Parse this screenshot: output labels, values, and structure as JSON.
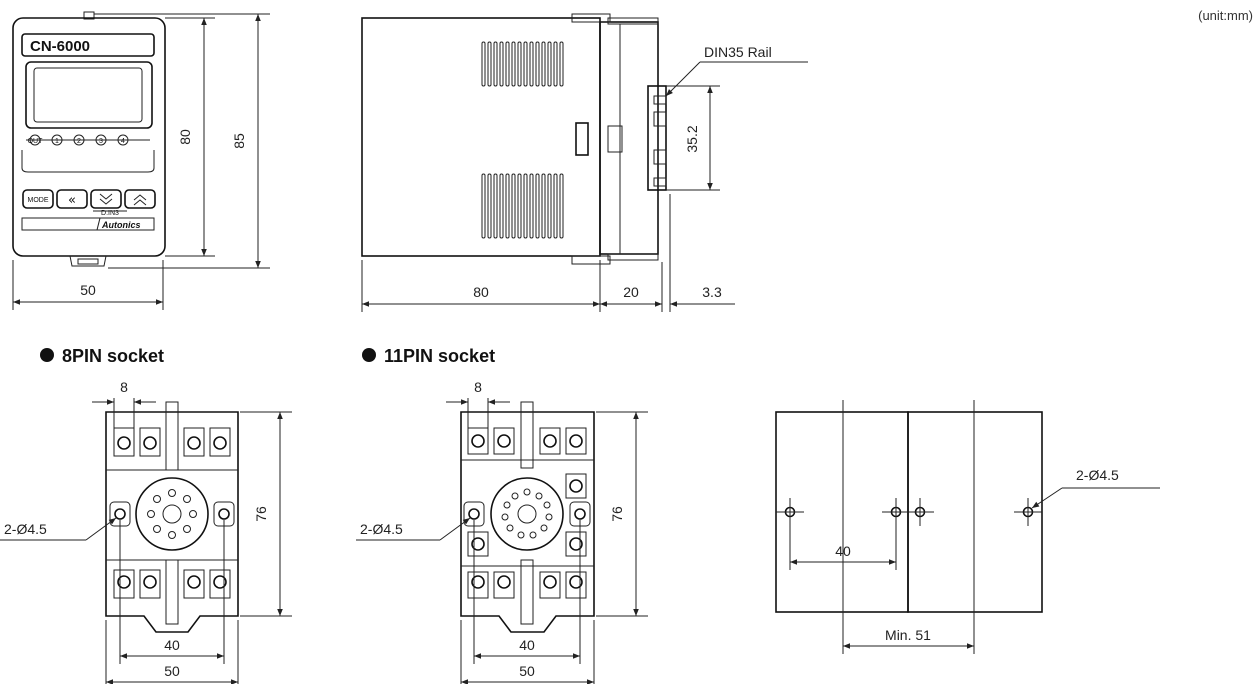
{
  "unit_note": "(unit:mm)",
  "front_view": {
    "model_label": "CN-6000",
    "led_labels": [
      "OUT",
      "1",
      "2",
      "3",
      "4"
    ],
    "mode_button": "MODE",
    "din_label": "D.IN3",
    "brand": "Autonics",
    "dim_width": "50",
    "dim_height_80": "80",
    "dim_height_85": "85"
  },
  "side_view": {
    "rail_label": "DIN35 Rail",
    "dim_rail": "35.2",
    "dim_depth": "80",
    "dim_socket": "20",
    "dim_clip": "3.3"
  },
  "socket_8pin": {
    "title": "8PIN socket",
    "pitch": "8",
    "hole_label": "2-Ø4.5",
    "height": "76",
    "hole_spacing": "40",
    "width": "50"
  },
  "socket_11pin": {
    "title": "11PIN socket",
    "pitch": "8",
    "hole_label": "2-Ø4.5",
    "height": "76",
    "hole_spacing": "40",
    "width": "50"
  },
  "panel_cutout": {
    "hole_label": "2-Ø4.5",
    "hole_spacing": "40",
    "min_pitch": "Min. 51"
  }
}
